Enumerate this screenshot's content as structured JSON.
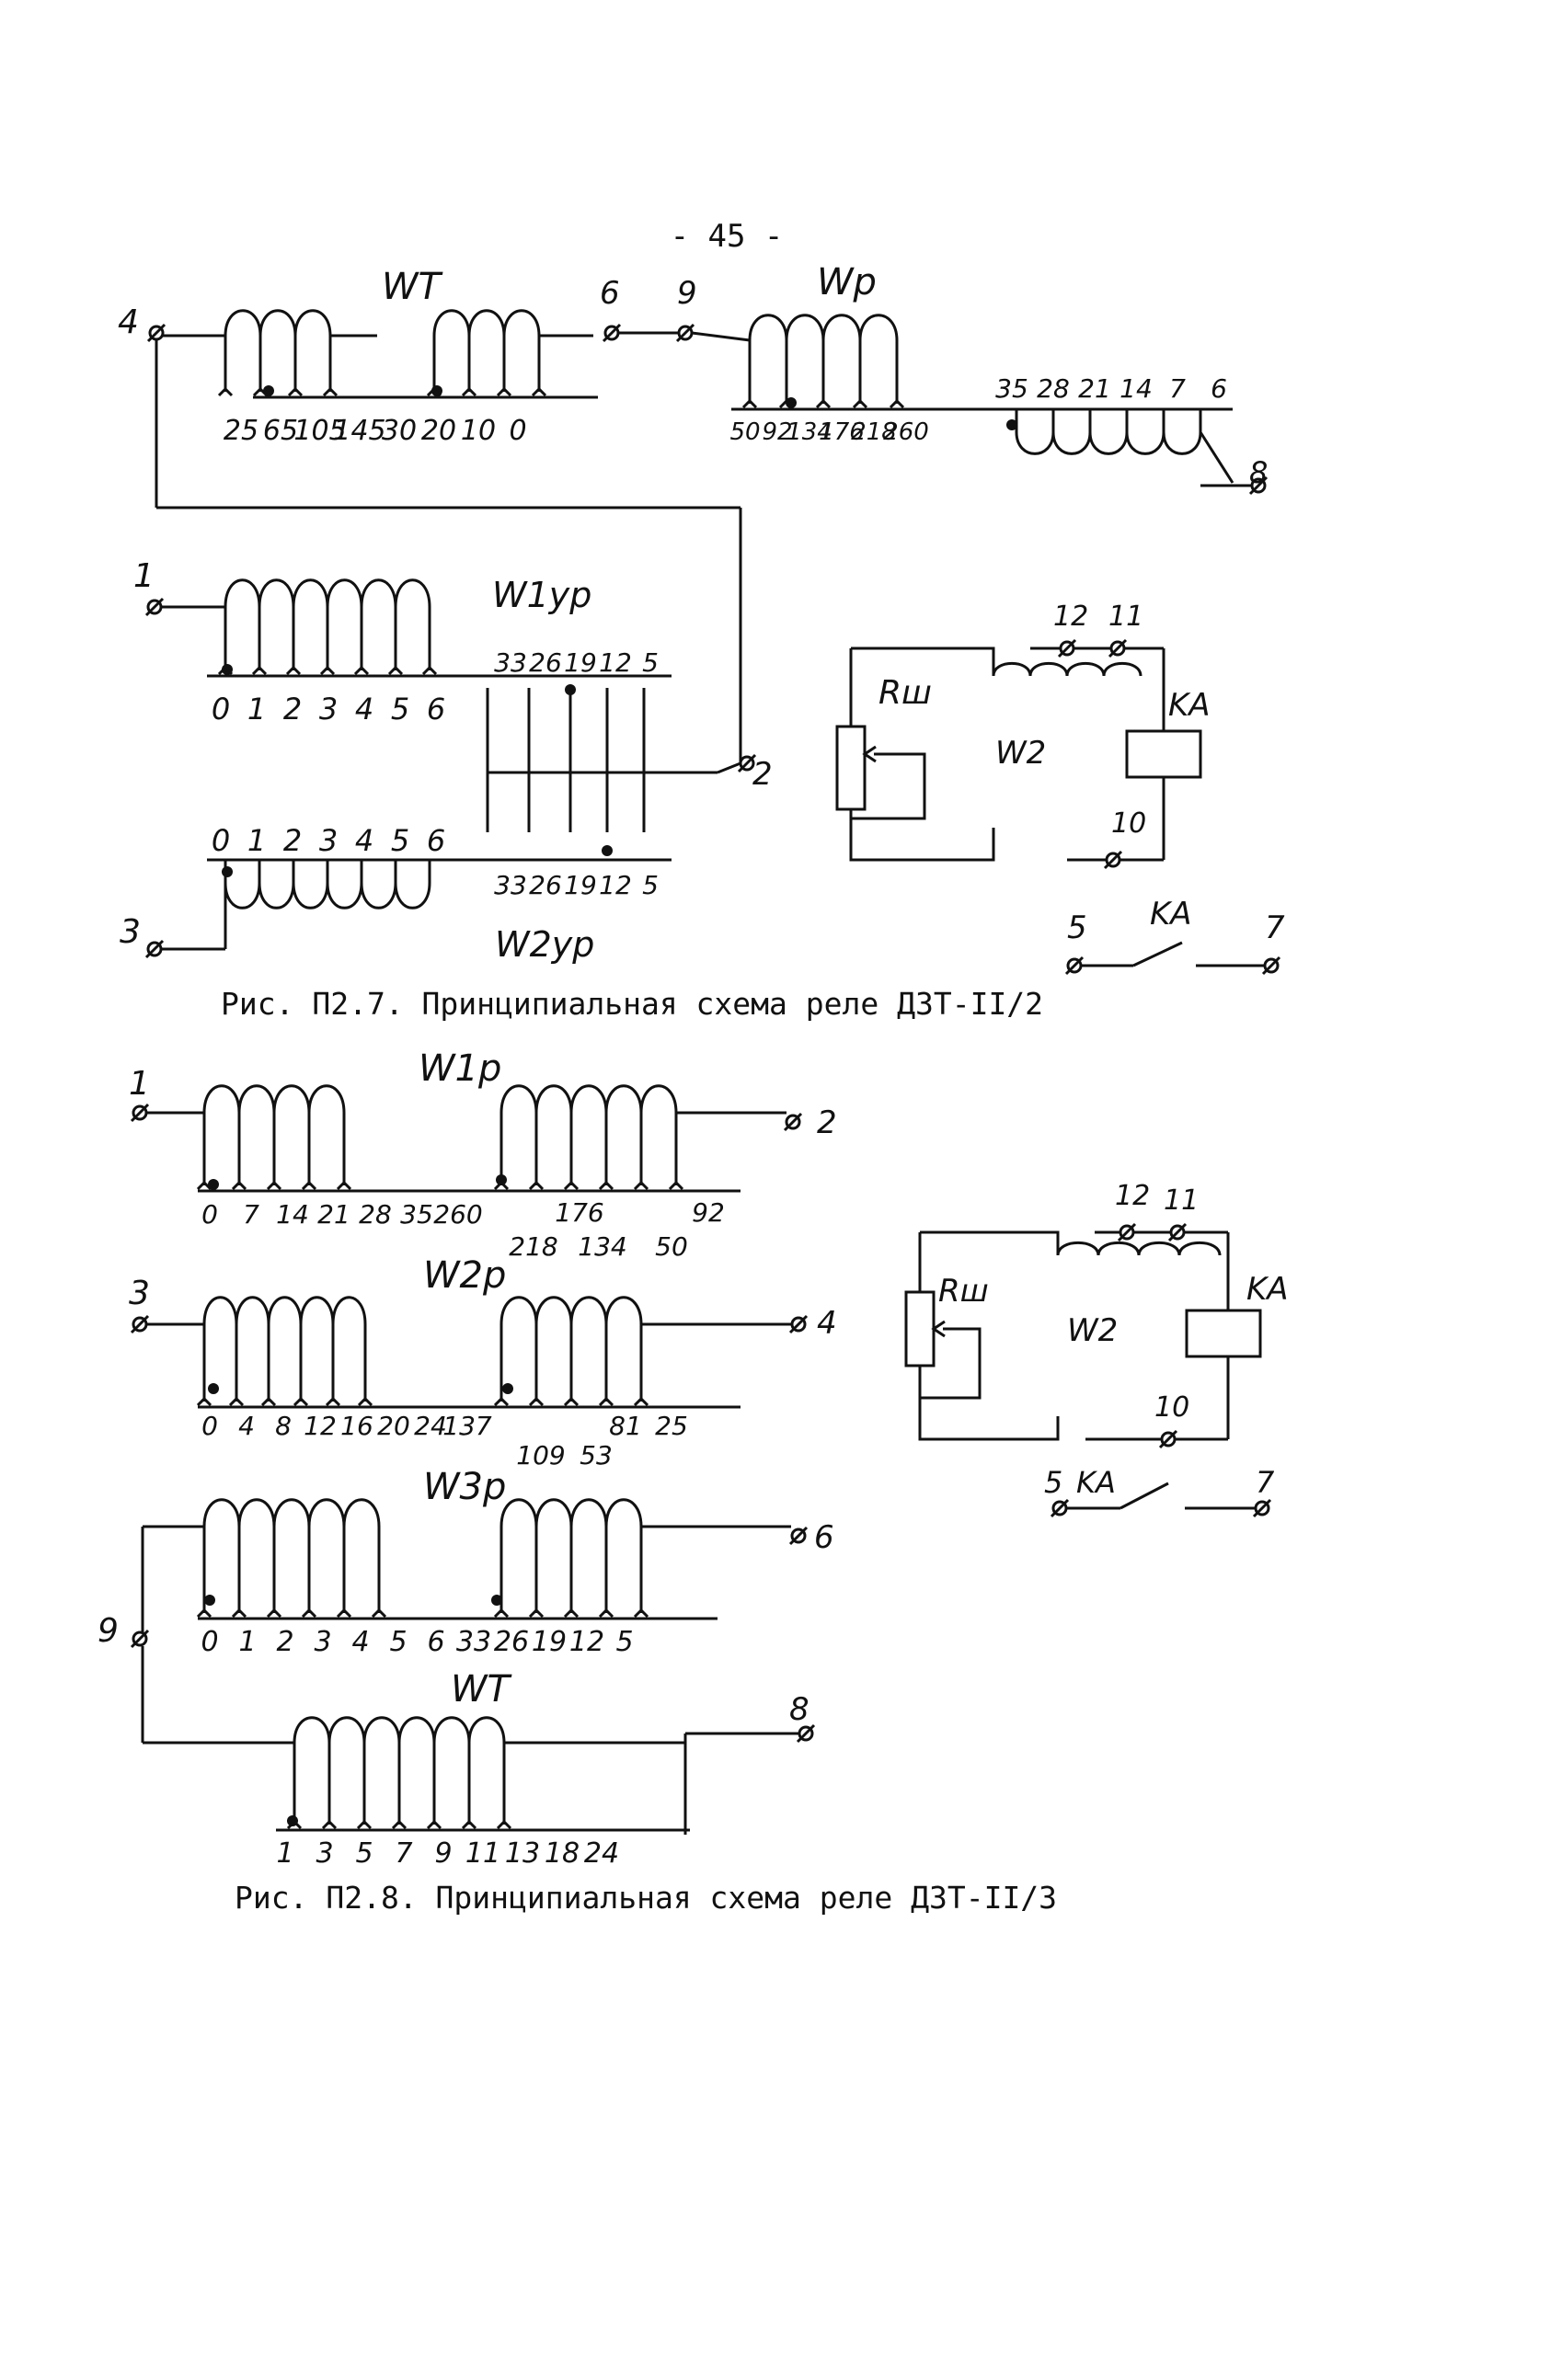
{
  "page_number": "- 45 -",
  "fig7": {
    "caption": "Рис. П2.7. Принципиальная схема реле ДЗТ-II/2",
    "wt": {
      "label": "WT",
      "taps": [
        "25",
        "65",
        "105",
        "145",
        "30",
        "20",
        "10",
        "0"
      ]
    },
    "wp": {
      "label": "Wp",
      "taps_lower": [
        "50",
        "92",
        "134",
        "176",
        "218",
        "260"
      ],
      "taps_upper": [
        "35",
        "28",
        "21",
        "14",
        "7",
        "6"
      ]
    },
    "w1ur": {
      "label": "W1yp",
      "taps_left": [
        "0",
        "1",
        "2",
        "3",
        "4",
        "5",
        "6"
      ],
      "taps_right": [
        "33",
        "26",
        "19",
        "12",
        "5"
      ]
    },
    "w2ur": {
      "label": "W2yp",
      "taps_left": [
        "0",
        "1",
        "2",
        "3",
        "4",
        "5",
        "6"
      ],
      "taps_right": [
        "33",
        "26",
        "19",
        "12",
        "5"
      ]
    },
    "terminals": {
      "t1": "1",
      "t2": "2",
      "t3": "3",
      "t4": "4",
      "t6": "6",
      "t8": "8",
      "t9": "9"
    },
    "aux": {
      "rsh": "Rш",
      "w2": "W2",
      "ka": "KA",
      "t10": "10",
      "t11": "11",
      "t12": "12",
      "contact_label": "KA",
      "c5": "5",
      "c7": "7"
    }
  },
  "fig8": {
    "caption": "Рис. П2.8. Принципиальная схема реле ДЗТ-II/3",
    "w1r": {
      "label": "W1p",
      "taps_a": [
        "0",
        "7",
        "14",
        "21",
        "28",
        "35",
        "260"
      ],
      "taps_b": [
        "176",
        "92"
      ],
      "taps_c": [
        "218",
        "134",
        "50"
      ]
    },
    "w2r": {
      "label": "W2p",
      "taps_a": [
        "0",
        "4",
        "8",
        "12",
        "16",
        "20",
        "24",
        "137"
      ],
      "taps_b": [
        "81",
        "25"
      ],
      "taps_c": [
        "109",
        "53"
      ]
    },
    "w3r": {
      "label": "W3p",
      "taps": [
        "0",
        "1",
        "2",
        "3",
        "4",
        "5",
        "6",
        "33",
        "26",
        "19",
        "12",
        "5"
      ]
    },
    "wt": {
      "label": "WT",
      "taps": [
        "1",
        "3",
        "5",
        "7",
        "9",
        "11",
        "13",
        "18",
        "24"
      ]
    },
    "terminals": {
      "t1": "1",
      "t2": "2",
      "t3": "3",
      "t4": "4",
      "t6": "6",
      "t8": "8",
      "t9": "9"
    },
    "aux": {
      "rsh": "Rш",
      "w2": "W2",
      "ka": "KA",
      "t10": "10",
      "t11": "11",
      "t12": "12",
      "contact_label": "KA",
      "c5": "5",
      "c7": "7"
    }
  }
}
